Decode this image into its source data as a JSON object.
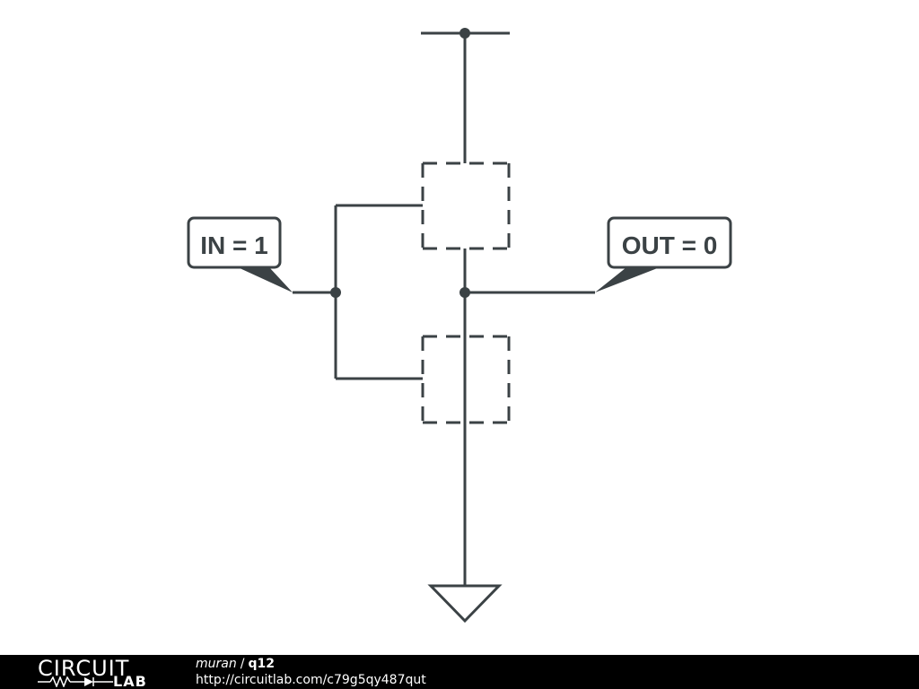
{
  "diagram": {
    "input_label": "IN = 1",
    "output_label": "OUT = 0"
  },
  "footer": {
    "brand_line1": "CIRCUIT",
    "brand_line2": "LAB",
    "author": "muran",
    "separator": "/",
    "project": "q12",
    "url": "http://circuitlab.com/c79g5qy487qut"
  },
  "colors": {
    "wire": "#3b4245",
    "footer_bg": "#000000",
    "footer_text": "#ffffff"
  }
}
